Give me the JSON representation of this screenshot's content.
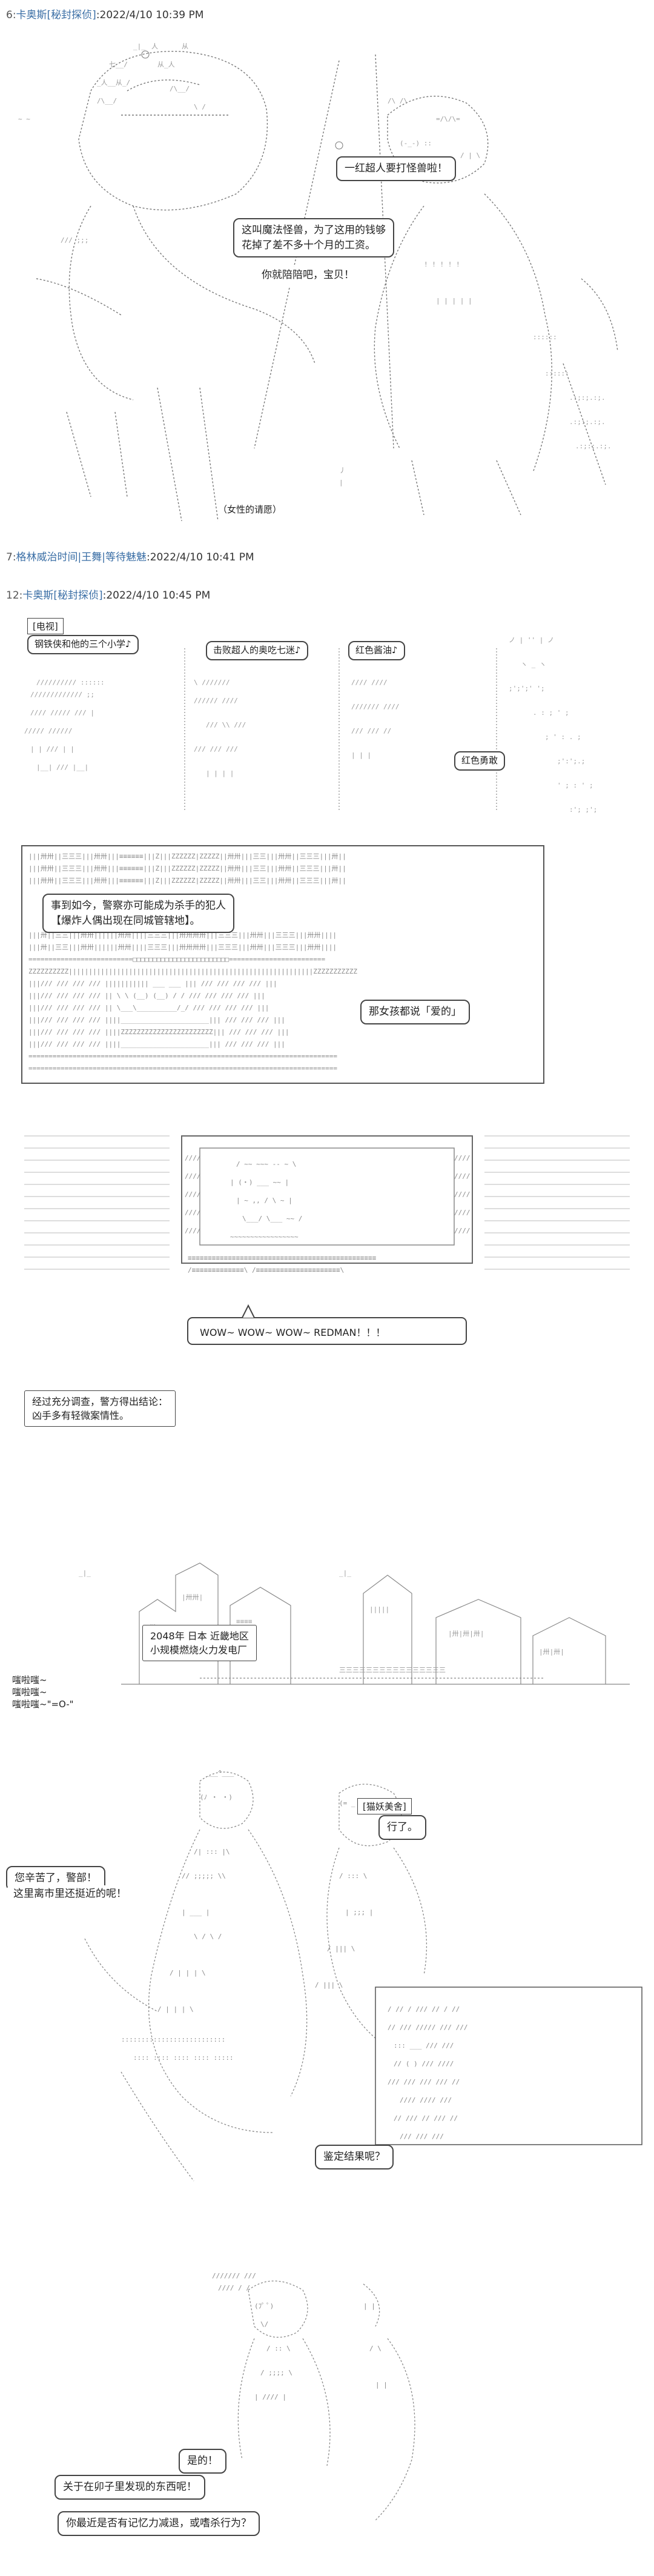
{
  "posts": [
    {
      "num": "6:",
      "author": "卡奥斯",
      "board": "[秘封探侦]",
      "timestamp": ":2022/4/10 10:39 PM"
    },
    {
      "num": "7:",
      "author": "格林威治时间|王舞|等待魅魅",
      "board": "",
      "timestamp": ":2022/4/10 10:41 PM"
    },
    {
      "num": "12:",
      "author": "卡奥斯",
      "board": "[秘封探侦]",
      "timestamp": ":2022/4/10 10:45 PM"
    }
  ],
  "scene1": {
    "bubble_rangers": "一红超人要打怪兽啦！",
    "bubble_money": "这叫魔法怪兽，为了这用的钱够\n花掉了差不多十个月的工资。",
    "bubble_money2": "你就陪陪吧，宝贝！",
    "caption_female": "（女性的请愿）"
  },
  "scene2": {
    "tag_title": "[电视]",
    "bubble_a": "钢铁侠和他的三个小学♪",
    "bubble_b": "击败超人的奥吃七迷♪",
    "bubble_c": "红色酱油♪",
    "bubble_d": "红色勇敢"
  },
  "scene3": {
    "bubble_police": "事到如今，警察亦可能成为杀手的犯人\n【爆炸人偶出现在同城管辖地】。",
    "bubble_hand": "那女孩都说「爱的」"
  },
  "scene4": {
    "wow_text": "WOW~ WOW~ WOW~ REDMAN！！！",
    "caption": "经过充分调查，警方得出结论：\n凶手多有轻微案情性。"
  },
  "scene5": {
    "caption": "2048年 日本 近畿地区\n小规模燃烧火力发电厂",
    "sfx1": "嗤啦嗤~",
    "sfx2": "嗤啦嗤~",
    "sfx3": "嗤啦嗤~\"=O-\""
  },
  "scene6": {
    "tag_name": "[猫妖美舍]",
    "bubble_ok": "行了。",
    "bubble_hello": "您辛苦了，警部！",
    "bubble_ask": "这里离市里还挺近的呢！",
    "bubble_result": "鉴定结果呢？"
  },
  "scene7": {
    "bubble_yes": "是的！",
    "bubble_report": "关于在卯子里发现的东西呢！",
    "bubble_final": "你最近是否有记忆力减退，或嗜杀行为？"
  }
}
